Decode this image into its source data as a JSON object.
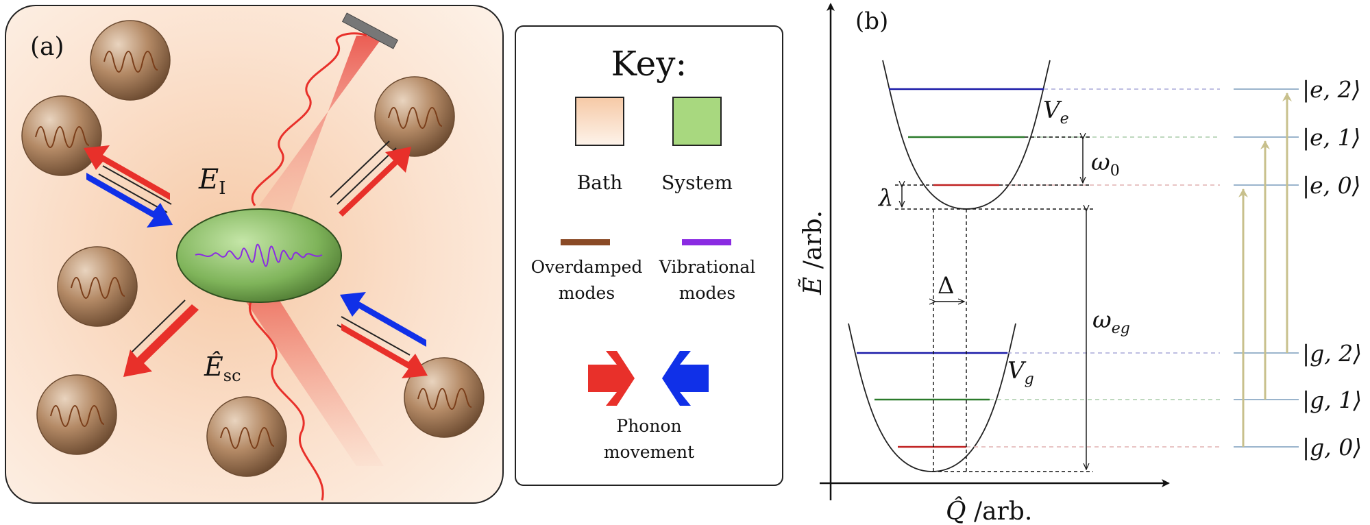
{
  "panel_a": {
    "label": "(a)",
    "incident_field": {
      "base": "E",
      "sub": "I"
    },
    "scattered_field": {
      "base": "Ê",
      "sub": "sc"
    }
  },
  "key": {
    "title": "Key:",
    "bath_label": "Bath",
    "system_label": "System",
    "overdamped_label_1": "Overdamped",
    "overdamped_label_2": "modes",
    "vibrational_label_1": "Vibrational",
    "vibrational_label_2": "modes",
    "phonon_label_1": "Phonon",
    "phonon_label_2": "movement"
  },
  "panel_b": {
    "label": "(b)",
    "y_axis": {
      "symbol": "Ẽ",
      "unit": "/arb."
    },
    "x_axis": {
      "symbol": "Q̂",
      "unit": "/arb."
    },
    "excited_potential": {
      "base": "V",
      "sub": "e"
    },
    "ground_potential": {
      "base": "V",
      "sub": "g"
    },
    "omega0": {
      "base": "ω",
      "sub": "0"
    },
    "omega_eg": {
      "base": "ω",
      "sub": "eg"
    },
    "lambda": "λ",
    "delta": "Δ",
    "states": [
      "|e, 2⟩",
      "|e, 1⟩",
      "|e, 0⟩",
      "|g, 2⟩",
      "|g, 1⟩",
      "|g, 0⟩"
    ]
  },
  "colors": {
    "bath": "#f8d9bf",
    "system": "#a8d87f",
    "overdamped_mode": "#8a4a26",
    "vibrational_mode": "#8a2be2",
    "phonon_red": "#e8302a",
    "phonon_blue": "#1030e8",
    "level_v2": "#1a1aa8",
    "level_v1": "#2a7a2a",
    "level_v0": "#c02020",
    "transition_arrow": "#c8c08c"
  }
}
